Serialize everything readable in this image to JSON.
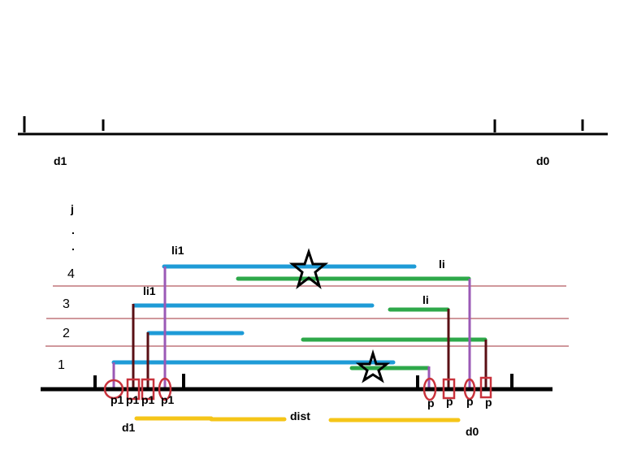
{
  "colors": {
    "axis": "#000000",
    "blue": "#1e9bd7",
    "green": "#2ea84a",
    "purple": "#9b59b6",
    "darkred": "#5a0f14",
    "marker": "#c8323c",
    "rowline": "#a0303a",
    "yellow": "#f5c518"
  },
  "top_axis": {
    "left_label": "d1",
    "right_label": "d0"
  },
  "levels": {
    "j": "j",
    "dot": ".",
    "rows": [
      "4",
      "3",
      "2",
      "1"
    ]
  },
  "labels": {
    "li1_top": "li1",
    "li1_mid": "li1",
    "li_top": "li",
    "li_mid": "li",
    "p1": [
      "p1",
      "p1",
      "p1",
      "p1"
    ],
    "p": [
      "p",
      "p",
      "p",
      "p"
    ],
    "bottom_d1": "d1",
    "dist": "dist",
    "bottom_d0": "d0"
  }
}
